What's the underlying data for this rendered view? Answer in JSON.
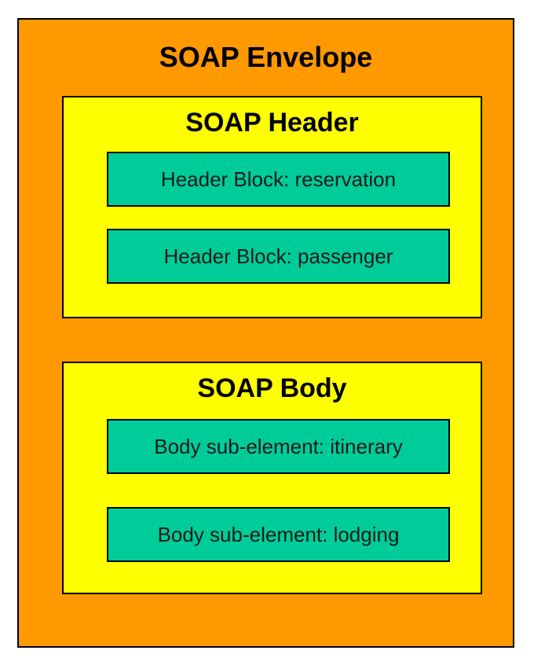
{
  "envelope": {
    "title": "SOAP Envelope",
    "color": "#ff9900"
  },
  "header": {
    "title": "SOAP Header",
    "color": "#ffff00",
    "blocks": [
      {
        "label": "Header Block: reservation"
      },
      {
        "label": "Header Block: passenger"
      }
    ]
  },
  "body": {
    "title": "SOAP Body",
    "color": "#ffff00",
    "blocks": [
      {
        "label": "Body sub-element: itinerary"
      },
      {
        "label": "Body sub-element: lodging"
      }
    ]
  },
  "block_color": "#00cc99"
}
